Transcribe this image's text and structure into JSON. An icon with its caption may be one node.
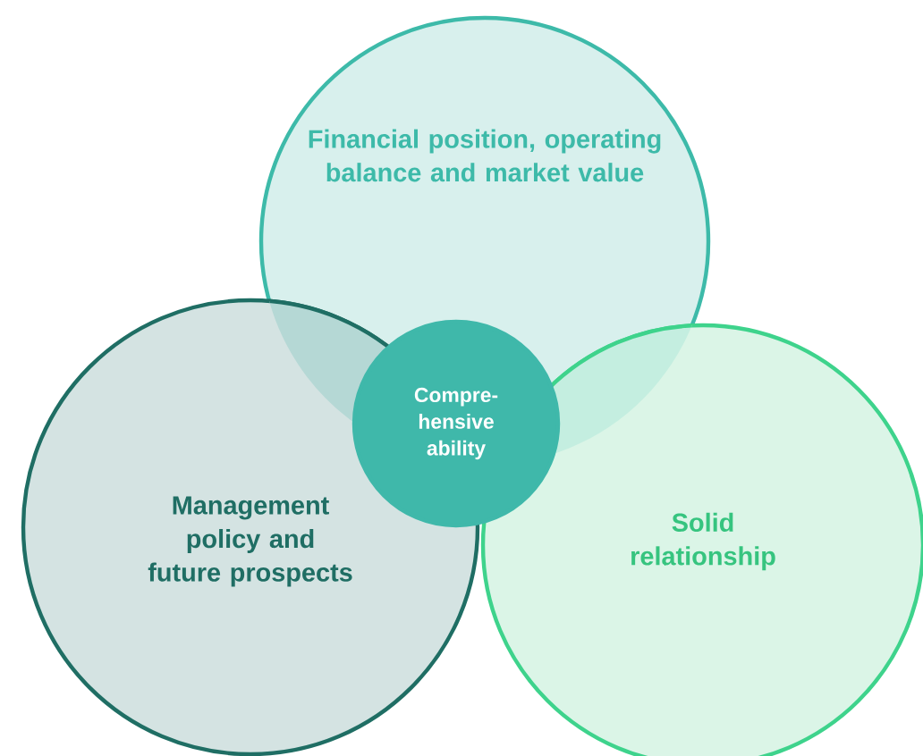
{
  "diagram": {
    "nodes": [
      {
        "text": [
          "Financial position, operating balance and market value"
        ]
      },
      {
        "text": [
          "Management policy and future prospects"
        ]
      },
      {
        "text": [
          "Solid relationship"
        ]
      },
      {
        "text": [
          "Compre- hensive ability"
        ]
      }
    ]
  }
}
